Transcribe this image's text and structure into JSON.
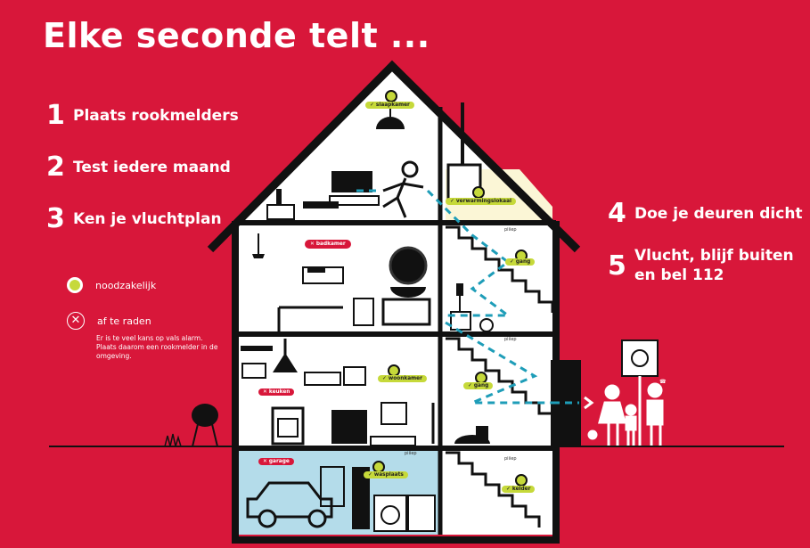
{
  "title": "Elke seconde telt ...",
  "steps_left": [
    {
      "num": "1",
      "text": "Plaats rookmelders"
    },
    {
      "num": "2",
      "text": "Test iedere maand"
    },
    {
      "num": "3",
      "text": "Ken je vluchtplan"
    }
  ],
  "steps_right": [
    {
      "num": "4",
      "text": "Doe je deuren dicht"
    },
    {
      "num": "5",
      "text_line1": "Vlucht, blijf buiten",
      "text_line2": "en bel 112"
    }
  ],
  "legend": {
    "necessary_label": "noodzakelijk",
    "discouraged_label": "af te raden",
    "discouraged_note": "Er is te veel kans op vals alarm. Plaats daarom een rookmelder in de omgeving."
  },
  "rooms": {
    "slaapkamer": "slaapkamer",
    "verwarmingslokaal": "verwarmingslokaal",
    "badkamer": "badkamer",
    "gang_top": "gang",
    "woonkamer": "woonkamer",
    "keuken": "keuken",
    "gang_mid": "gang",
    "garage": "garage",
    "wasplaats": "wasplaats",
    "kelder": "kelder"
  },
  "piep": "piiiep",
  "colors": {
    "background": "#d8173a",
    "detector": "#c6d93a",
    "garage_bg": "#b4dcea",
    "escape_path": "#1e9db8"
  }
}
